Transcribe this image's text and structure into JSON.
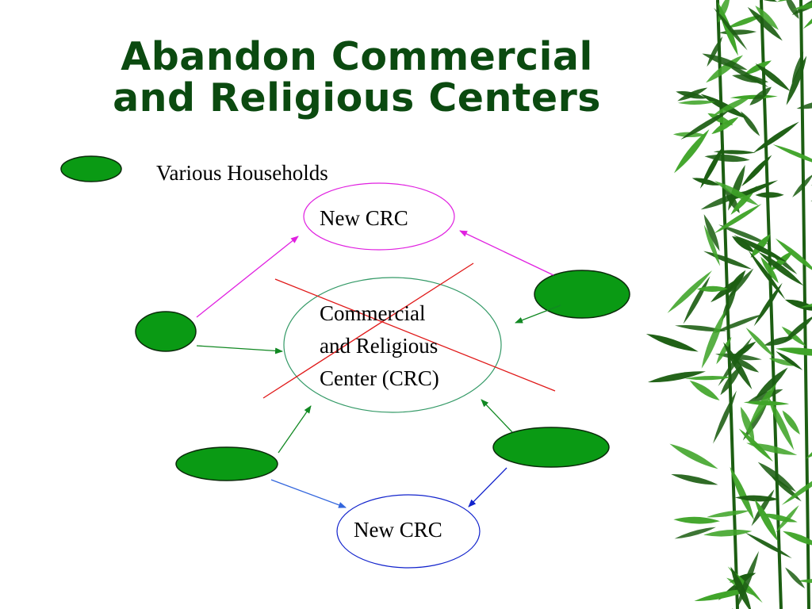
{
  "slide": {
    "title_line1": "Abandon Commercial",
    "title_line2": "and Religious Centers",
    "legend_label": "Various Households"
  },
  "nodes": {
    "new_crc_top": "New CRC",
    "crc_line1": "Commercial",
    "crc_line2": "and Religious",
    "crc_line3": "Center (CRC)",
    "new_crc_bottom": "New CRC"
  },
  "colors": {
    "title": "#0b4a10",
    "household_fill": "#0a9a14",
    "household_stroke": "#0a2a0a",
    "magenta": "#e020e0",
    "green_arrow": "#118822",
    "blue_arrow": "#3366dd",
    "dark_blue_arrow": "#1122cc",
    "cross": "#e01818",
    "crc_ring": "#339966",
    "bamboo_dark": "#1c5e12",
    "bamboo_light": "#3fa428"
  }
}
